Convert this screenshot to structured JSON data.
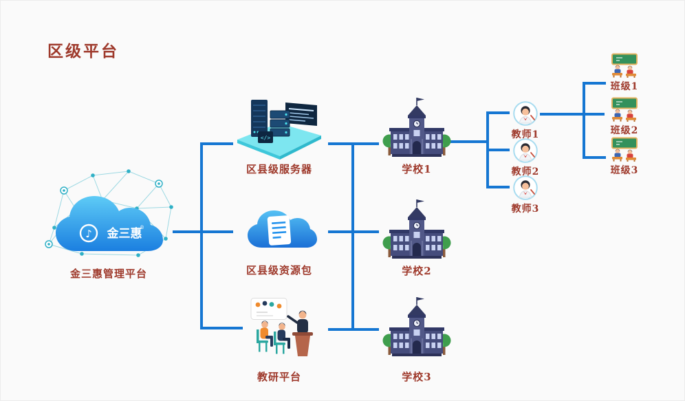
{
  "title": "区级平台",
  "colors": {
    "label": "#9e392b",
    "connector": "#1576d2",
    "background": "#fafafa"
  },
  "platform": {
    "label": "金三惠管理平台",
    "logo_text": "金三惠",
    "logo_mark": "®"
  },
  "middle_nodes": [
    {
      "id": "district-server",
      "label": "区县级服务器"
    },
    {
      "id": "district-resource",
      "label": "区县级资源包"
    },
    {
      "id": "research-platform",
      "label": "教研平台"
    }
  ],
  "schools": [
    {
      "label": "学校1"
    },
    {
      "label": "学校2"
    },
    {
      "label": "学校3"
    }
  ],
  "teachers": [
    {
      "label": "教师1"
    },
    {
      "label": "教师2"
    },
    {
      "label": "教师3"
    }
  ],
  "classes": [
    {
      "label": "班级1"
    },
    {
      "label": "班级2"
    },
    {
      "label": "班级3"
    }
  ],
  "connections": [
    {
      "from": "金三惠管理平台",
      "to": [
        "区县级服务器",
        "区县级资源包",
        "教研平台"
      ]
    },
    {
      "from": [
        "区县级服务器",
        "区县级资源包",
        "教研平台"
      ],
      "to": [
        "学校1",
        "学校2",
        "学校3"
      ]
    },
    {
      "from": "学校1",
      "to": [
        "教师1",
        "教师2",
        "教师3"
      ]
    },
    {
      "from": "教师1",
      "to": [
        "班级1",
        "班级2",
        "班级3"
      ]
    }
  ]
}
